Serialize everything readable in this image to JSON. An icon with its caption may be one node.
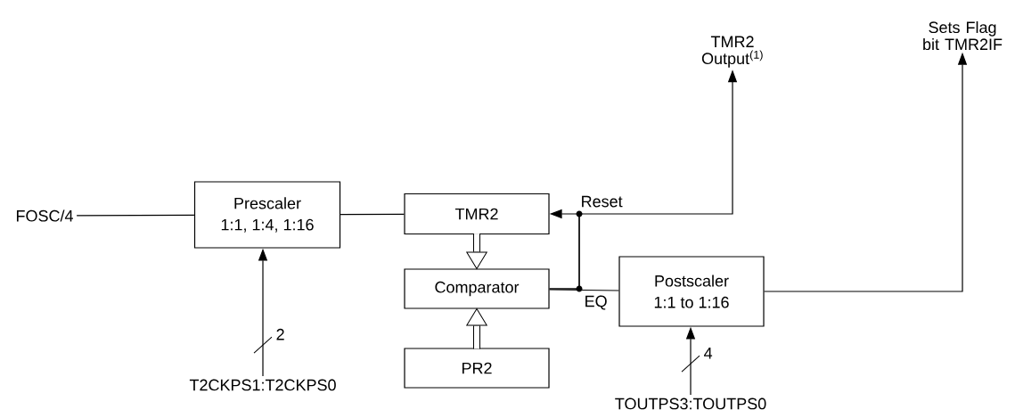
{
  "diagram": {
    "nodes": [
      {
        "text": [
          "FOSC/4"
        ]
      },
      {
        "text": [
          "Prescaler",
          "1:1, 1:4, 1:16"
        ]
      },
      {
        "text": [
          "TMR2"
        ]
      },
      {
        "text": [
          "Comparator"
        ]
      },
      {
        "text": [
          "PR2"
        ]
      },
      {
        "text": [
          "Postscaler",
          "1:1 to 1:16"
        ]
      },
      {
        "text": [
          "T2CKPS1:T2CKPS0"
        ]
      },
      {
        "text": [
          "TOUTPS3:TOUTPS0"
        ]
      },
      {
        "text": [
          "TMR2 Output$^{(1)}$"
        ]
      },
      {
        "text": [
          "Sets Flag bit TMR2IF"
        ]
      }
    ],
    "edges": [
      {
        "from": 0,
        "to": 1,
        "arrow": "none"
      },
      {
        "from": 1,
        "to": 2,
        "arrow": "none"
      },
      {
        "from": 2,
        "to": 3,
        "arrow": "to",
        "style": "thick"
      },
      {
        "from": 4,
        "to": 3,
        "arrow": "to",
        "style": "thick"
      },
      {
        "from": 3,
        "to": 2,
        "arrow": "to",
        "label": "Reset"
      },
      {
        "from": 3,
        "to": 8,
        "arrow": "to"
      },
      {
        "from": 3,
        "to": 5,
        "arrow": "none",
        "label": "EQ"
      },
      {
        "from": 6,
        "to": 1,
        "arrow": "to",
        "label": "2"
      },
      {
        "from": 7,
        "to": 5,
        "arrow": "to",
        "label": "4"
      },
      {
        "from": 5,
        "to": 9,
        "arrow": "to"
      }
    ]
  }
}
